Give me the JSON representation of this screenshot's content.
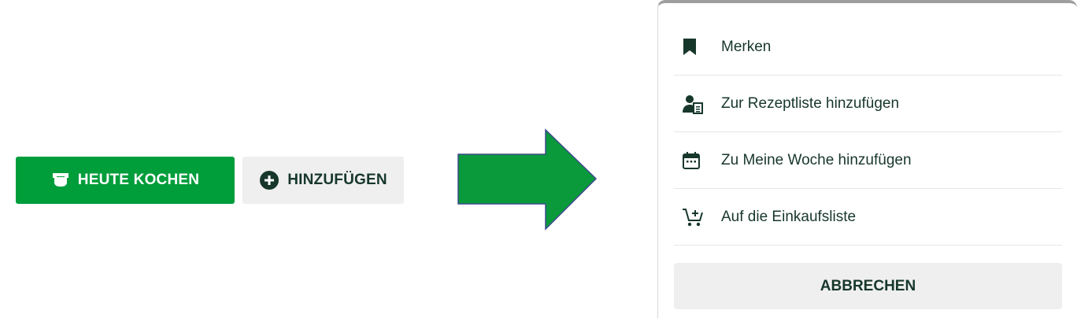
{
  "buttons": {
    "cook_label": "HEUTE KOCHEN",
    "cook_icon": "pot-icon",
    "add_label": "HINZUFÜGEN",
    "add_icon": "plus-circle-icon"
  },
  "menu": {
    "items": [
      {
        "label": "Merken",
        "icon": "bookmark-icon"
      },
      {
        "label": "Zur Rezeptliste hinzufügen",
        "icon": "recipe-list-icon"
      },
      {
        "label": "Zu Meine Woche hinzufügen",
        "icon": "calendar-icon"
      },
      {
        "label": "Auf die Einkaufsliste",
        "icon": "cart-add-icon"
      }
    ],
    "cancel_label": "ABBRECHEN"
  },
  "colors": {
    "brand_green": "#009d3b",
    "dark_text": "#17372b",
    "button_grey": "#efefef",
    "arrow_green": "#0a9a3c",
    "arrow_outline": "#3b4a8a"
  }
}
